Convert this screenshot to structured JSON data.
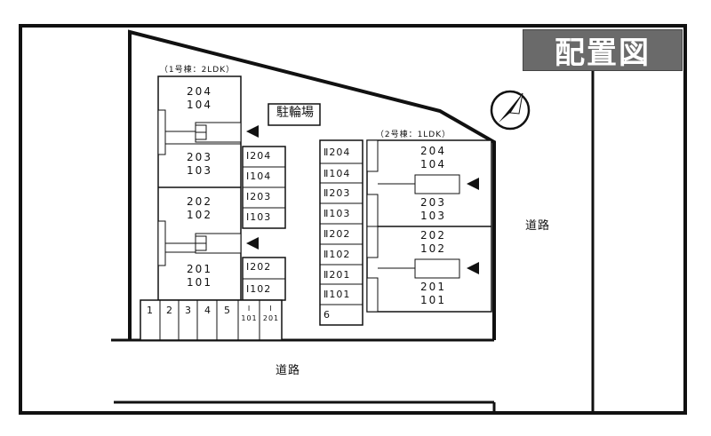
{
  "title": "配置図",
  "road_label": "道路",
  "parking_label": "駐輪場",
  "building1": {
    "caption": "（1号棟：2LDK）",
    "units": [
      "204\n104",
      "203\n103",
      "202\n102",
      "201\n101"
    ],
    "slots": [
      "Ⅰ204",
      "Ⅰ104",
      "Ⅰ203",
      "Ⅰ103",
      "Ⅰ202",
      "Ⅰ102"
    ]
  },
  "building2": {
    "caption": "（2号棟：1LDK）",
    "units": [
      "204\n104",
      "203\n103",
      "202\n102",
      "201\n101"
    ],
    "slots": [
      "Ⅱ204",
      "Ⅱ104",
      "Ⅱ203",
      "Ⅱ103",
      "Ⅱ202",
      "Ⅱ102",
      "Ⅱ201",
      "Ⅱ101",
      "6"
    ]
  },
  "bottom_slots": [
    "1",
    "2",
    "3",
    "4",
    "5"
  ],
  "bottom_slots_small": [
    "Ⅰ\n101",
    "Ⅰ\n201"
  ]
}
